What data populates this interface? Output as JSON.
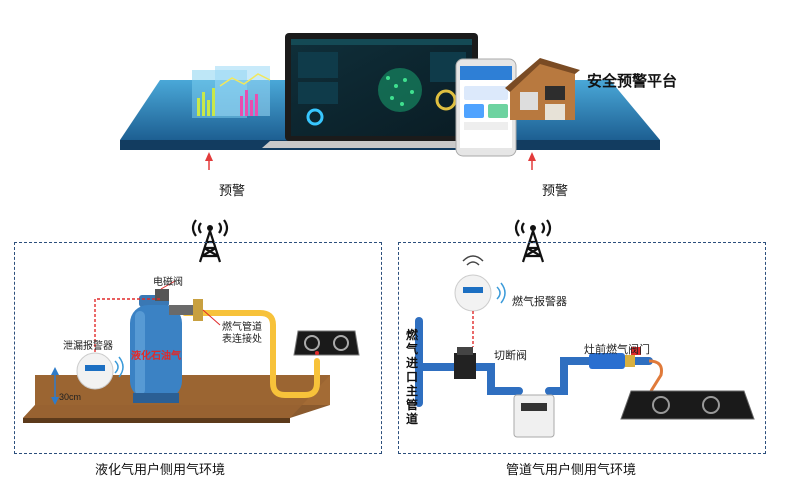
{
  "platform": {
    "title": "安全预警平台"
  },
  "alerts": {
    "left": "预警",
    "right": "预警"
  },
  "lpg": {
    "caption": "液化气用户侧用气环境",
    "solenoid_label": "电磁阀",
    "detector_label": "泄漏报警器",
    "pipe_label": "燃气管道\n表连接处",
    "height_label": "30cm",
    "cylinder_text": "液化石油气"
  },
  "pipeline": {
    "caption": "管道气用户侧用气环境",
    "detector_label": "燃气报警器",
    "cutoff_label": "切断阀",
    "stove_valve_label": "灶前燃气阀门",
    "inlet_label": "燃气进口主管道"
  },
  "colors": {
    "pipe_yellow": "#f7c23a",
    "pipe_blue": "#2f6fc0",
    "box_border": "#2c4f7c",
    "arrow_red": "#e23b3b"
  }
}
